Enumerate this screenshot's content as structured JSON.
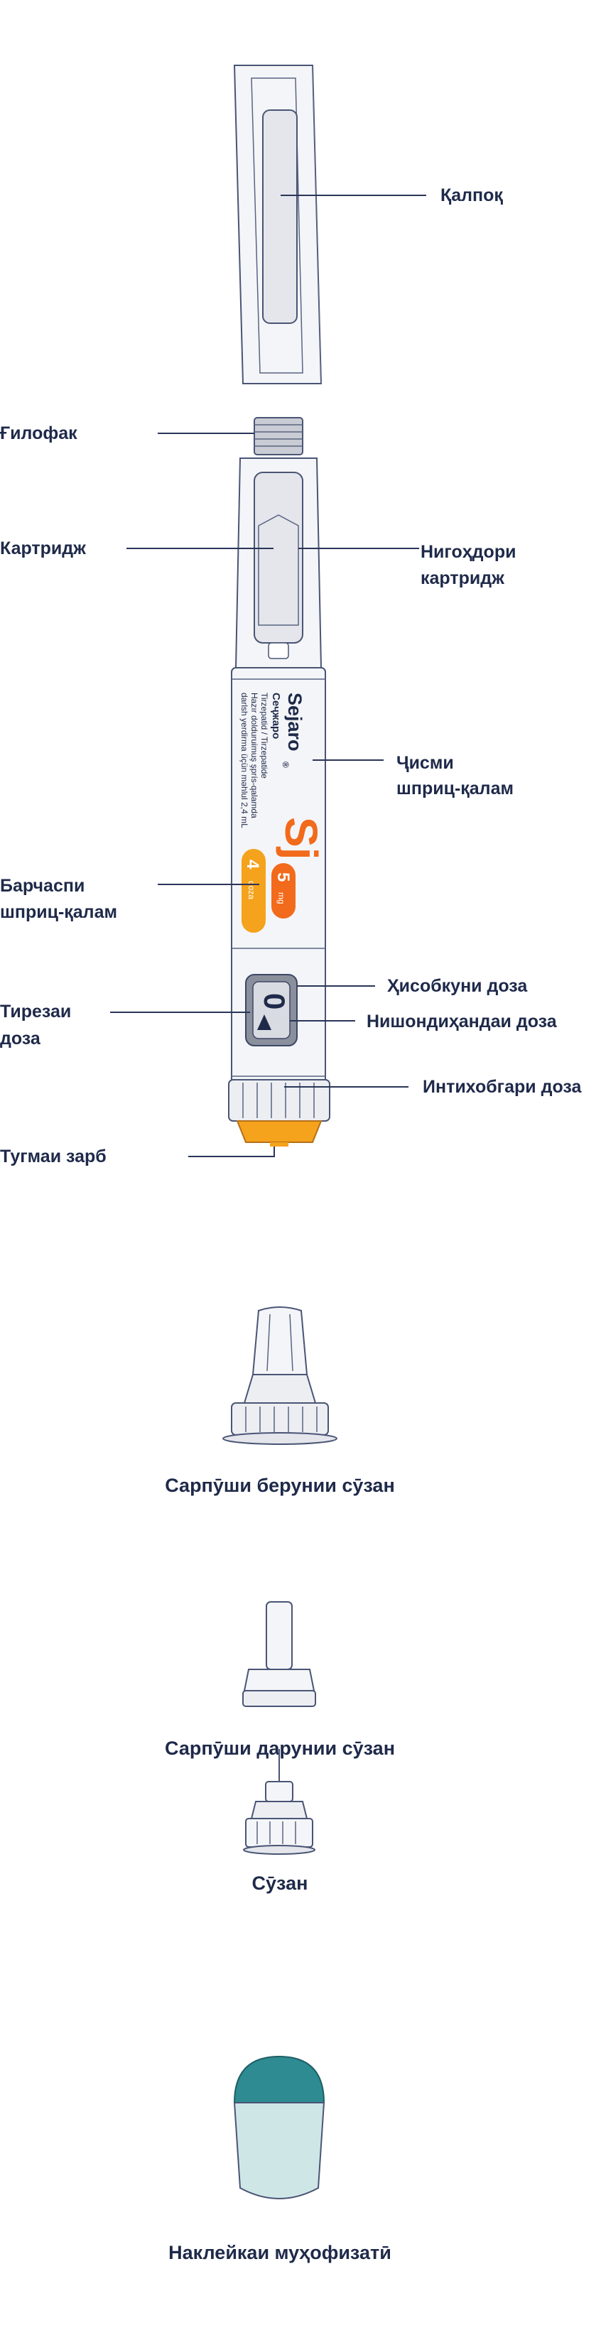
{
  "labels": {
    "cap": "Қалпоқ",
    "thread": "Ғилофак",
    "cartridge": "Картридж",
    "cartridge_holder_1": "Нигоҳдори",
    "cartridge_holder_2": "картридж",
    "pen_body_1": "Ҷисми",
    "pen_body_2": "шприц-қалам",
    "pen_label_1": "Барчаспи",
    "pen_label_2": "шприц-қалам",
    "window_1": "Тирезаи",
    "window_2": "доза",
    "dose_counter": "Ҳисобкуни доза",
    "dose_pointer": "Нишондиҳандаи доза",
    "dose_selector": "Интихобгари доза",
    "push_button": "Тугмаи зарб"
  },
  "pen_print": {
    "brand": "Sejaro",
    "registered": "®",
    "brand_cyrillic": "Сеҷжаро",
    "line1": "Tirzepatid / Tirzepatide",
    "line2": "Hazır dolduruimuş şprís-qalamda",
    "line3": "darlsh yerdirma üçün məhlul 2,4 mL",
    "logo": "Sj",
    "strength": "5",
    "strength_unit": "mg",
    "doses": "4",
    "doses_unit": "doza",
    "counter_value": "0"
  },
  "captions": {
    "outer_needle_cap": "Сарпӯши берунии сӯзан",
    "inner_needle_cap": "Сарпӯши дарунии сӯзан",
    "needle": "Сӯзан",
    "protective_sticker": "Наклейкаи муҳофизатӣ"
  },
  "colors": {
    "orange": "#f26a1b",
    "amber": "#f5a21c",
    "teal": "#2e8b92",
    "teal_light": "#cfe6e7",
    "text": "#1f2a4a"
  }
}
